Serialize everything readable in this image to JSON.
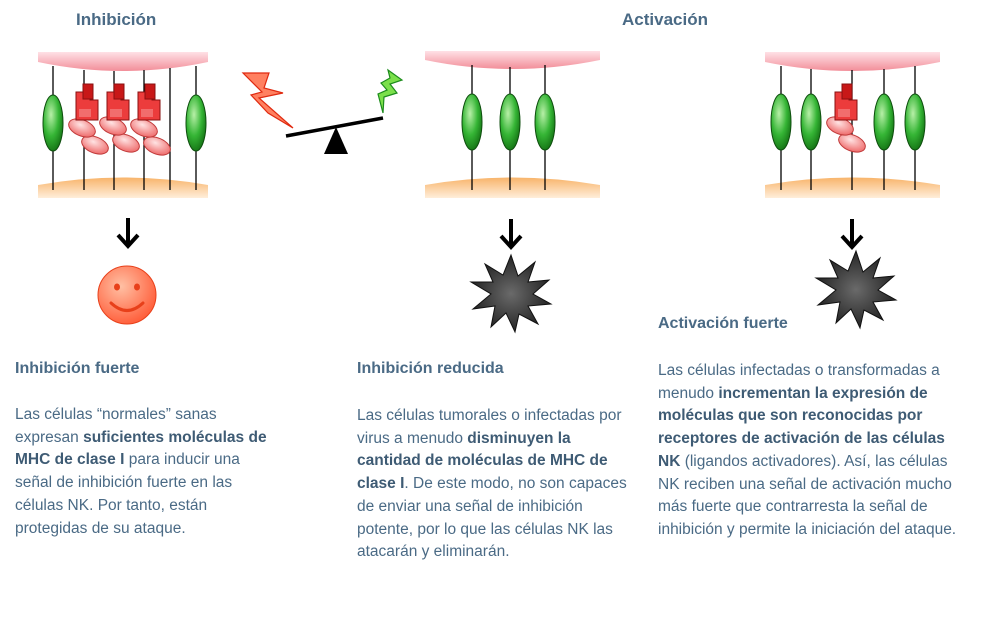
{
  "headers": {
    "inhibition": "Inhibición",
    "activation": "Activación"
  },
  "panels": [
    {
      "title": "Inhibición fuerte",
      "text": {
        "p1": "Las células “normales” sanas expresan ",
        "b1": "suficientes moléculas de MHC de clase I",
        "p2": " para inducir una señal de inhibición fuerte en las células NK. Por tanto, están protegidas de su ataque."
      },
      "outcome": "smiley-face"
    },
    {
      "title": "Inhibición reducida",
      "text": {
        "p1": "Las células tumorales o infectadas por virus a menudo ",
        "b1": "disminuyen la cantidad de moléculas de MHC de clase I",
        "p2": ". De este modo, no son capaces de enviar una señal de inhibición potente, por lo que las células NK las atacarán y eliminarán."
      },
      "outcome": "explosion"
    },
    {
      "title": "Activación fuerte",
      "text": {
        "p1": "Las células infectadas o transformadas a menudo ",
        "b1": "incrementan la expresión de moléculas que son reconocidas por receptores de activación de las células NK",
        "p2": " (ligandos activadores). Así, las células NK reciben una señal de activación mucho más fuerte que contrarresta la señal de inhibición y permite la iniciación del ataque."
      },
      "outcome": "explosion"
    }
  ],
  "colors": {
    "text": "#4a6a85",
    "nk_cell_membrane": "#f4a0a8",
    "target_cell_membrane": "#f6c58a",
    "activating_receptor": "#2e9a2e",
    "inhibitory_receptor": "#e83a3a",
    "mhc_ligand": "#f08080",
    "smiley": "#ff5a36",
    "explosion": "#2a2a2a"
  },
  "icons": [
    "red-lightning-icon",
    "green-lightning-icon",
    "seesaw-balance-icon",
    "down-arrow-icon",
    "smiley-face-icon",
    "explosion-icon"
  ]
}
